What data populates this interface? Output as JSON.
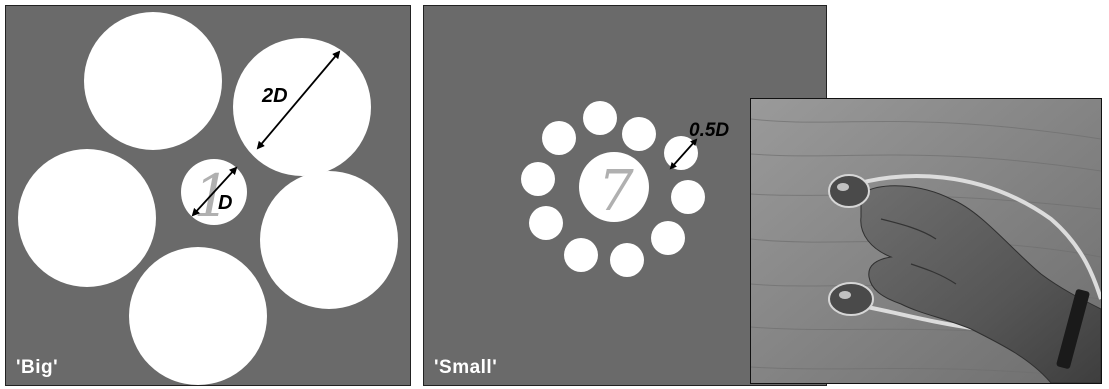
{
  "panels": {
    "big": {
      "label": "'Big'",
      "center_digit": "1",
      "annotations": {
        "outer": "2D",
        "center": "D"
      }
    },
    "small": {
      "label": "'Small'",
      "center_digit": "7",
      "annotations": {
        "outer": "0.5D"
      }
    }
  },
  "colors": {
    "panel_background": "#6a6a6a",
    "target": "#ffffff",
    "digit": "#b0b0b0",
    "annotation": "#000000"
  }
}
